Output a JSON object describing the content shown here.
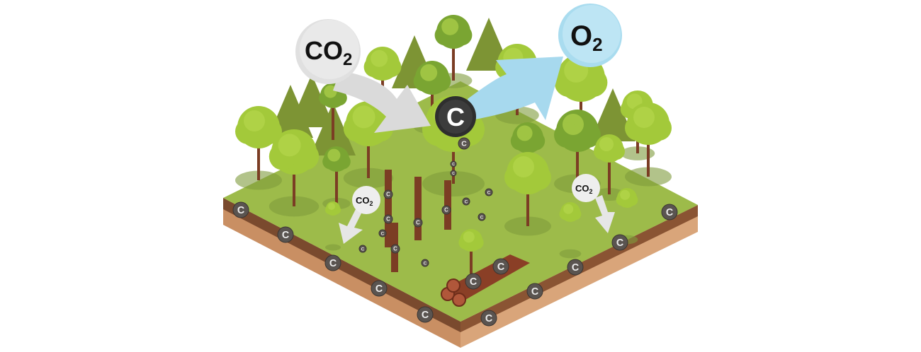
{
  "title": "Forest carbon cycle",
  "labels": {
    "co2_main": {
      "base": "CO",
      "sub": "2"
    },
    "o2_main": {
      "base": "O",
      "sub": "2"
    },
    "carbon_main": "C",
    "co2_left": {
      "base": "CO",
      "sub": "2"
    },
    "co2_right": {
      "base": "CO",
      "sub": "2"
    },
    "carbon_small": "C"
  },
  "colors": {
    "grass": "#9dbb4a",
    "soil_top": "#7a4a2e",
    "soil_bottom": "#d9a57a",
    "tree_light": "#a3c93a",
    "tree_dark": "#7aa532",
    "conifer": "#7d9434",
    "trunk": "#7b3d24",
    "co2_bubble": "#e0e0e0",
    "o2_bubble": "#a9dcef",
    "o2_arrow": "#a7d9ee",
    "co2_arrow": "#dadada",
    "carbon_dark": "#2e2e2e",
    "carbon_badge": "#5a5450"
  }
}
